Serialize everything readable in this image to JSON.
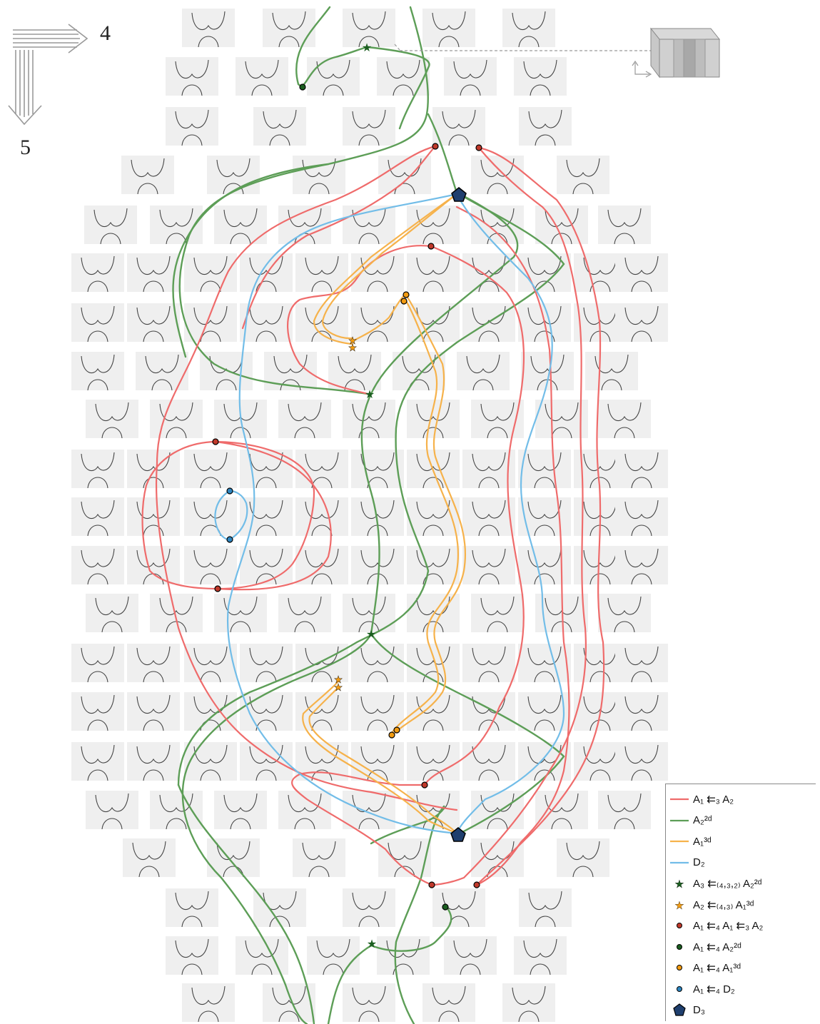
{
  "axes": {
    "horizontal_label": "4",
    "vertical_label": "5"
  },
  "legend": {
    "items": [
      {
        "marker": "line",
        "color": "#ef6b6b",
        "label": "A₁ ⇇₃ A₂"
      },
      {
        "marker": "line",
        "color": "#5d9e57",
        "label": "A₂²ᵈ"
      },
      {
        "marker": "line",
        "color": "#f6b24b",
        "label": "A₁³ᵈ"
      },
      {
        "marker": "line",
        "color": "#72bde8",
        "label": "D₂"
      },
      {
        "marker": "star",
        "color": "#1b5e20",
        "label": "A₃ ⇇₍₄,₃,₂₎ A₂²ᵈ"
      },
      {
        "marker": "star",
        "color": "#f39c12",
        "label": "A₂ ⇇₍₄,₃₎ A₁³ᵈ"
      },
      {
        "marker": "dot",
        "color": "#c0392b",
        "label": "A₁ ⇇₄ A₁ ⇇₃ A₂"
      },
      {
        "marker": "dot",
        "color": "#1b5e20",
        "label": "A₁ ⇇₄ A₂²ᵈ"
      },
      {
        "marker": "dot",
        "color": "#f39c12",
        "label": "A₁ ⇇₄ A₁³ᵈ"
      },
      {
        "marker": "dot",
        "color": "#2e86c1",
        "label": "A₁ ⇇₄ D₂"
      },
      {
        "marker": "pentagon",
        "color": "#1f3f6e",
        "label": "D₃"
      }
    ]
  },
  "colors": {
    "red_curve": "#ef6b6b",
    "green_curve": "#5d9e57",
    "orange_curve": "#f6b24b",
    "blue_curve": "#72bde8",
    "tile_background": "#efefef",
    "glyph_stroke": "#444444"
  }
}
